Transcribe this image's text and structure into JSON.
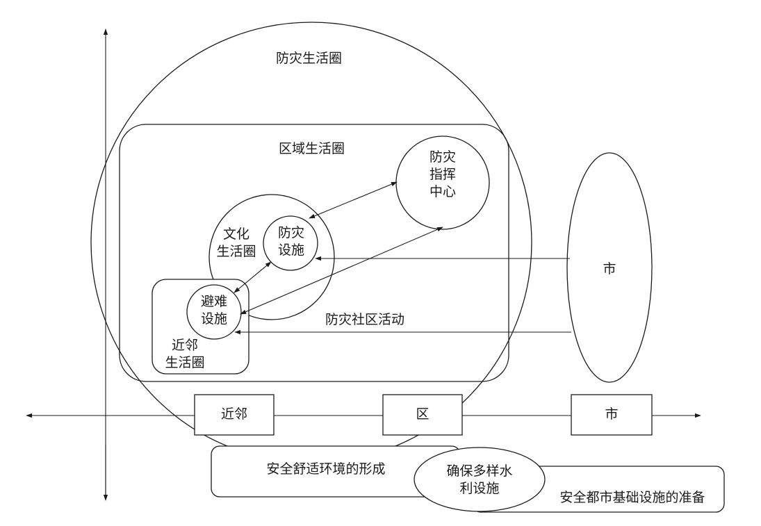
{
  "diagram": {
    "outer_circle_label": "防灾生活圈",
    "region_label": "区域生活圈",
    "command_center_label": "防灾\n指挥\n中心",
    "culture_label": "文化\n生活圈",
    "disaster_facility_label": "防灾\n设施",
    "shelter_label": "避难\n设施",
    "neighborhood_label": "近邻\n生活圈",
    "activity_label": "防灾社区活动",
    "city_ellipse_label": "市",
    "axis_boxes": [
      "近邻",
      "区",
      "市"
    ],
    "bottom_boxes": {
      "safe_env": "安全舒适环境的形成",
      "water": "确保多样水\n利设施",
      "infrastructure": "安全都市基础设施的准备"
    }
  }
}
